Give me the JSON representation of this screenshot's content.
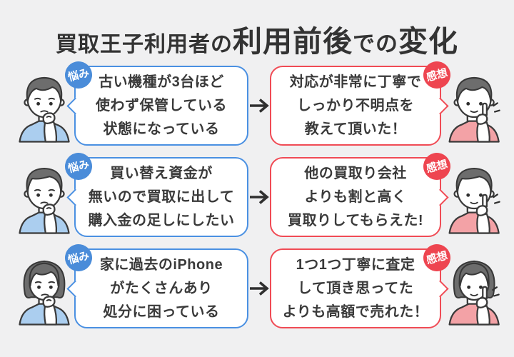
{
  "title": {
    "seg1": "買取王子利用者の",
    "seg2": "利用前後",
    "seg3": "での",
    "seg4": "変化"
  },
  "badges": {
    "worry": "悩み",
    "impression": "感想"
  },
  "colors": {
    "background": "#f0f0f1",
    "worry_blue": "#4a90e2",
    "impression_red": "#f04b55",
    "text": "#3a3a3a",
    "shirt_blue": "#abceef",
    "shirt_pink": "#f3a2a6",
    "hair_gray": "#6d6d6d"
  },
  "rows": [
    {
      "persons": {
        "left": "worried-young-man",
        "right": "happy-young-man"
      },
      "worry_lines": [
        "古い機種が3台ほど",
        "使わず保管している",
        "状態になっている"
      ],
      "impression_lines": [
        "対応が非常に丁寧で",
        "しっかり不明点を",
        "教えて頂いた！"
      ]
    },
    {
      "persons": {
        "left": "worried-man",
        "right": "happy-man"
      },
      "worry_lines": [
        "買い替え資金が",
        "無いので買取に出して",
        "購入金の足しにしたい"
      ],
      "impression_lines": [
        "他の買取り会社",
        "よりも割と高く",
        "買取りしてもらえた!"
      ]
    },
    {
      "persons": {
        "left": "worried-woman",
        "right": "happy-woman"
      },
      "worry_lines": [
        "家に過去のiPhone",
        "がたくさんあり",
        "処分に困っている"
      ],
      "impression_lines": [
        "1つ1つ丁寧に査定",
        "して頂き思ってた",
        "よりも高額で売れた！"
      ]
    }
  ]
}
